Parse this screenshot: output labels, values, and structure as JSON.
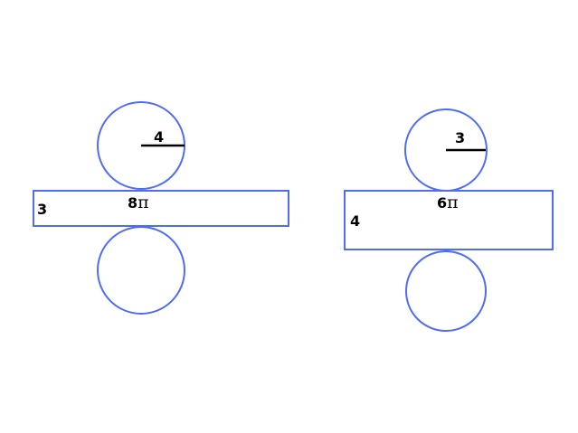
{
  "title": "Cylinder nets",
  "colors": {
    "outline": "#4f6cf5",
    "radius": "#000000"
  },
  "nets": [
    {
      "radius_label": "4",
      "height_label": "3",
      "circumference_number": "8",
      "circumference_symbol": "π"
    },
    {
      "radius_label": "3",
      "height_label": "4",
      "circumference_number": "6",
      "circumference_symbol": "π"
    }
  ]
}
